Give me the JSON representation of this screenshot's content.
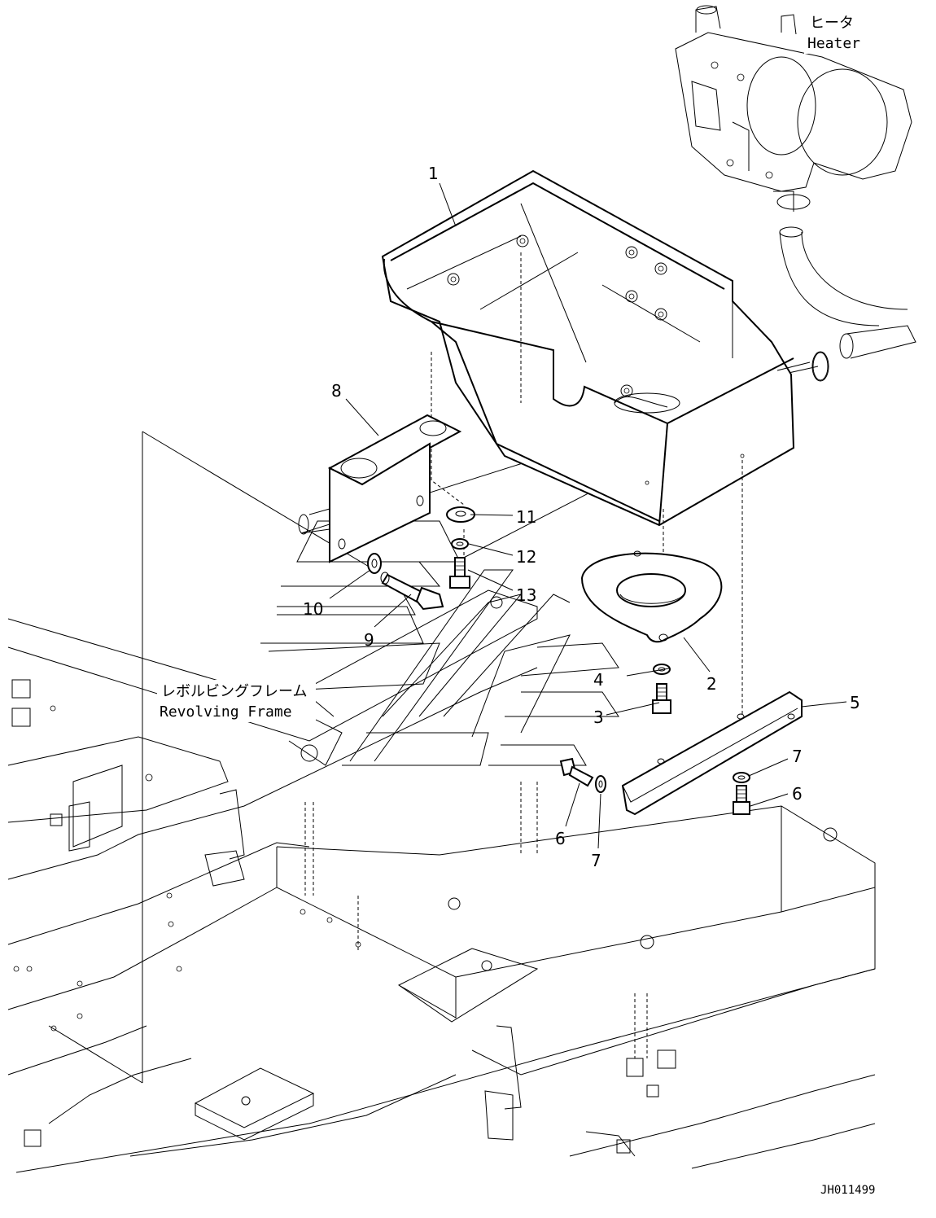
{
  "labels": {
    "heater_jp": "ヒータ",
    "heater_en": "Heater",
    "frame_jp": "レボルビングフレーム",
    "frame_en": "Revolving Frame",
    "drawing_code": "JH011499"
  },
  "callouts": [
    {
      "id": "p1",
      "text": "1"
    },
    {
      "id": "p2",
      "text": "2"
    },
    {
      "id": "p3",
      "text": "3"
    },
    {
      "id": "p4",
      "text": "4"
    },
    {
      "id": "p5",
      "text": "5"
    },
    {
      "id": "p6a",
      "text": "6"
    },
    {
      "id": "p6b",
      "text": "6"
    },
    {
      "id": "p7a",
      "text": "7"
    },
    {
      "id": "p7b",
      "text": "7"
    },
    {
      "id": "p8",
      "text": "8"
    },
    {
      "id": "p9",
      "text": "9"
    },
    {
      "id": "p10",
      "text": "10"
    },
    {
      "id": "p11",
      "text": "11"
    },
    {
      "id": "p12",
      "text": "12"
    },
    {
      "id": "p13",
      "text": "13"
    }
  ]
}
